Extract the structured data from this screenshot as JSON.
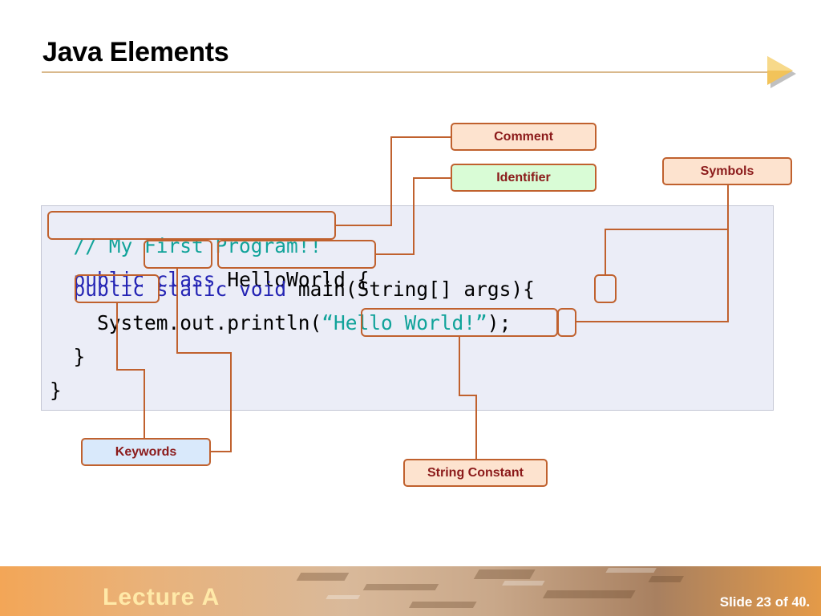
{
  "slide": {
    "title": "Java Elements"
  },
  "code": {
    "line1": {
      "comment": "// My First Program!!"
    },
    "line2": {
      "kw_public": "public",
      "kw_class": "class",
      "ident": "HelloWorld",
      "brace": "{"
    },
    "line3": {
      "kw_public": "public",
      "kw_static": "static",
      "kw_void": "void",
      "sig": "main(String[] args)",
      "brace": "{"
    },
    "line4": {
      "call": "System.out.println(",
      "string": "“Hello World!”",
      "close_paren": ")",
      "semicolon": ";"
    },
    "line5": {
      "brace": "}"
    },
    "line6": {
      "brace": "}"
    }
  },
  "labels": {
    "comment": "Comment",
    "identifier": "Identifier",
    "symbols": "Symbols",
    "keywords": "Keywords",
    "string_constant": "String Constant"
  },
  "footer": {
    "lecture": "Lecture A",
    "slide_prefix": "Slide 23 of",
    "slide_total": "40."
  },
  "colors": {
    "connector": "#c0612e",
    "keyword": "#2424b4",
    "comment_string": "#11a39a",
    "label_text": "#8b1a1a"
  }
}
